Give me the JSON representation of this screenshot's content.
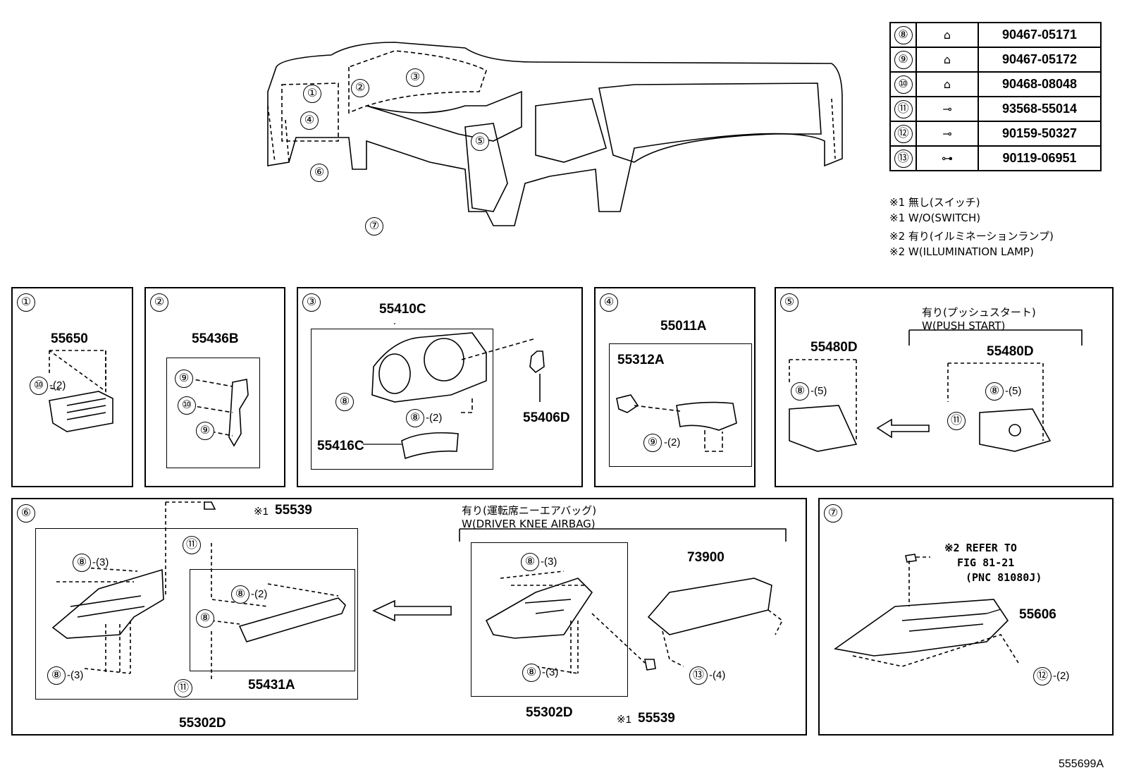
{
  "diagram_id": "555699A",
  "overview_callouts": [
    "①",
    "②",
    "③",
    "④",
    "⑤",
    "⑥",
    "⑦"
  ],
  "fastener_table": [
    {
      "ref": "⑧",
      "icon": "clip-icon",
      "part": "90467-05171"
    },
    {
      "ref": "⑨",
      "icon": "clip-icon",
      "part": "90467-05172"
    },
    {
      "ref": "⑩",
      "icon": "clip-icon",
      "part": "90468-08048"
    },
    {
      "ref": "⑪",
      "icon": "screw-icon",
      "part": "93568-55014"
    },
    {
      "ref": "⑫",
      "icon": "screw-icon",
      "part": "90159-50327"
    },
    {
      "ref": "⑬",
      "icon": "bolt-icon",
      "part": "90119-06951"
    }
  ],
  "notes": [
    "※1 無し(スイッチ)",
    "※1 W/O(SWITCH)",
    "※2 有り(イルミネーションランプ)",
    "※2 W(ILLUMINATION LAMP)"
  ],
  "panel1": {
    "ref": "①",
    "part": "55650",
    "clip": "⑩",
    "qty": "-(2)"
  },
  "panel2": {
    "ref": "②",
    "part": "55436B",
    "clip_a": "⑨",
    "clip_b": "⑩",
    "clip_c": "⑨"
  },
  "panel3": {
    "ref": "③",
    "part_main": "55410C",
    "part_clip": "55406D",
    "part_cover": "55416C",
    "clip_a": "⑧",
    "clip_b": "⑧",
    "qty_b": "-(2)"
  },
  "panel4": {
    "ref": "④",
    "part_main": "55011A",
    "part_sub": "55312A",
    "clip": "⑨",
    "qty": "-(2)"
  },
  "panel5": {
    "ref": "⑤",
    "variant_jp": "有り(プッシュスタート)",
    "variant_en": "W(PUSH START)",
    "left_part": "55480D",
    "right_part": "55480D",
    "clip_left": "⑧",
    "qty_left": "-(5)",
    "clip_right": "⑧",
    "qty_right": "-(5)",
    "screw": "⑪"
  },
  "panel6": {
    "ref": "⑥",
    "switch_part": "55539",
    "note_mark": "※1",
    "clip_top": "⑧",
    "qty_top": "-(3)",
    "clip_bottom": "⑧",
    "qty_bottom": "-(3)",
    "screw_top": "⑪",
    "screw_bottom": "⑪",
    "inner_clip_a": "⑧",
    "inner_qty_a": "-(2)",
    "inner_clip_b": "⑧",
    "inner_part": "55431A",
    "assembly_part": "55302D",
    "variant_jp": "有り(運転席ニーエアバッグ)",
    "variant_en": "W(DRIVER KNEE AIRBAG)",
    "right_clip_top": "⑧",
    "right_qty_top": "-(3)",
    "right_clip_bottom": "⑧",
    "right_qty_bottom": "-(3)",
    "right_assembly_part": "55302D",
    "airbag_part": "73900",
    "bolt": "⑬",
    "bolt_qty": "-(4)",
    "right_switch_part": "55539"
  },
  "panel7": {
    "ref": "⑦",
    "note_line1": "※2 REFER TO",
    "note_line2": "FIG 81-21",
    "note_line3": "(PNC 81080J)",
    "part": "55606",
    "screw": "⑫",
    "qty": "-(2)"
  }
}
